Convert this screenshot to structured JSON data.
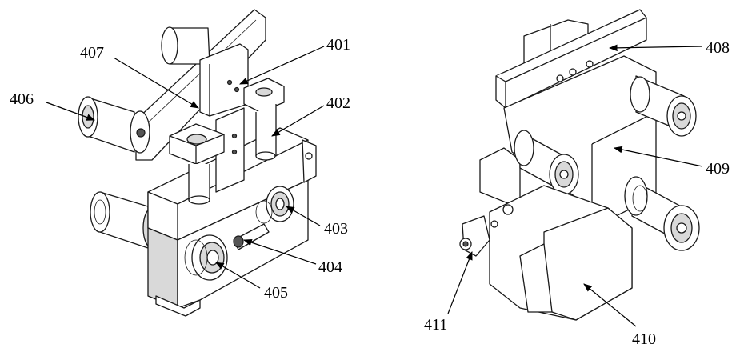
{
  "labels": {
    "l401": "401",
    "l402": "402",
    "l403": "403",
    "l404": "404",
    "l405": "405",
    "l406": "406",
    "l407": "407",
    "l408": "408",
    "l409": "409",
    "l410": "410",
    "l411": "411"
  }
}
